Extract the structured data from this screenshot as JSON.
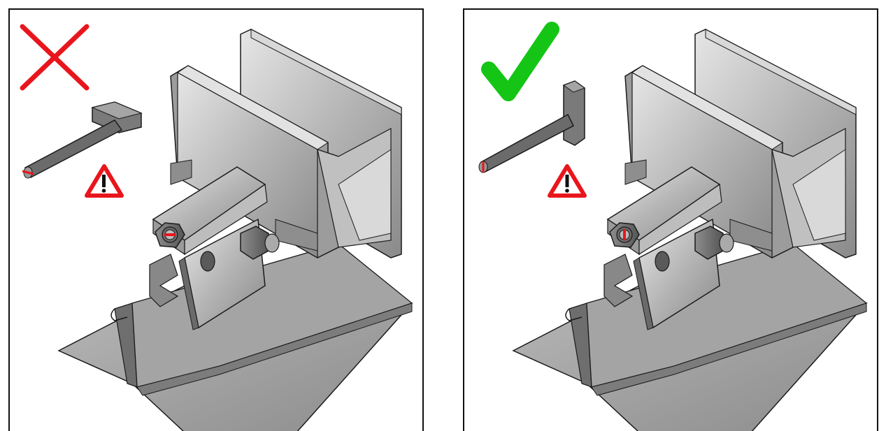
{
  "panels": [
    {
      "id": "incorrect",
      "marker": "cross-icon",
      "bolt_orientation": "horizontal-slot",
      "status": "incorrect",
      "status_color": "#e8161c"
    },
    {
      "id": "correct",
      "marker": "check-icon",
      "bolt_orientation": "vertical-slot",
      "status": "correct",
      "status_color": "#15c515"
    }
  ],
  "icons": [
    "cross-icon",
    "check-icon",
    "warning-triangle-icon",
    "t-bolt-icon",
    "hex-nut-icon"
  ],
  "colors": {
    "incorrect": "#e8161c",
    "correct": "#15c515",
    "warning_border": "#e8161c",
    "metal_light": "#c9c9c9",
    "metal_mid": "#9a9a9a",
    "metal_dark": "#5e5e5e",
    "outline": "#1a1a1a"
  }
}
